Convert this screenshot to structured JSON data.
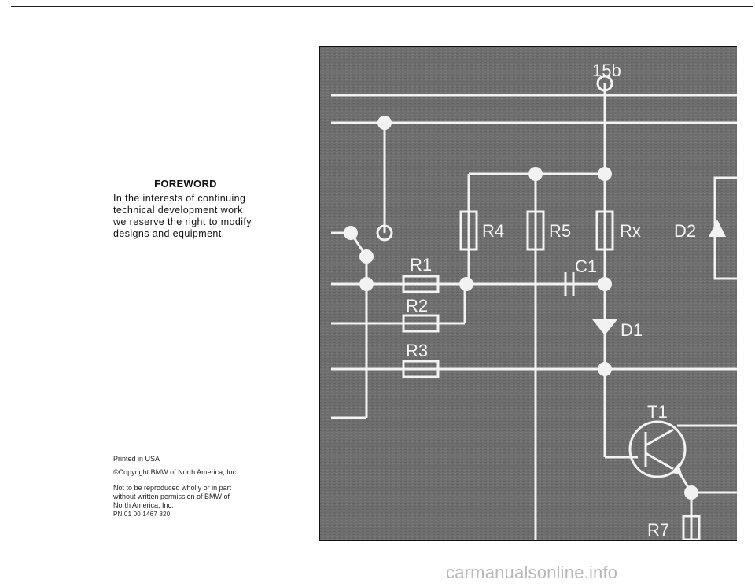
{
  "foreword": {
    "title": "FOREWORD",
    "lines": [
      "In the interests of continuing",
      "technical development work",
      "we reserve the right to modify",
      "designs and equipment."
    ]
  },
  "imprint": {
    "printed": "Printed in USA",
    "copyright": "©Copyright BMW of North America, Inc.",
    "notice_lines": [
      "Not to be reproduced wholly or in part",
      "without written permission of BMW of",
      "North America, Inc."
    ],
    "part_number": "PN 01 00 1467 820"
  },
  "circuit_labels": {
    "terminal": "15b",
    "r1": "R1",
    "r2": "R2",
    "r3": "R3",
    "r4": "R4",
    "r5": "R5",
    "rx": "Rx",
    "c1": "C1",
    "d1": "D1",
    "d2": "D2",
    "t1": "T1",
    "r7": "R7"
  },
  "watermark": "carmanualsonline.info",
  "colors": {
    "photo_background": "#6f6f6f",
    "circuit_lines": "#f2f2f2"
  }
}
